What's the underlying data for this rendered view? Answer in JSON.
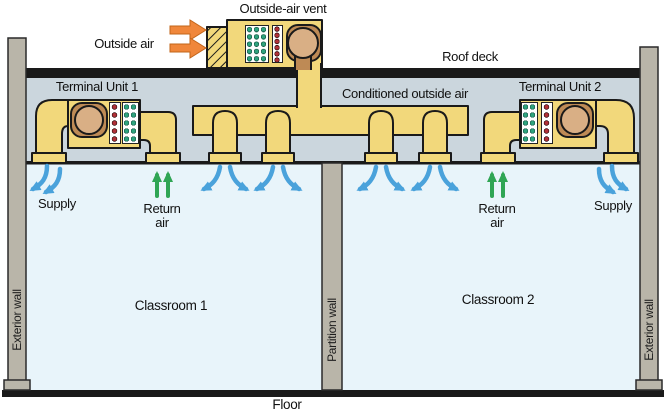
{
  "labels": {
    "outside_air_vent": "Outside-air vent",
    "outside_air": "Outside air",
    "roof_deck": "Roof deck",
    "terminal_unit_1": "Terminal Unit 1",
    "terminal_unit_2": "Terminal Unit 2",
    "conditioned_outside_air": "Conditioned outside air",
    "supply_left": "Supply",
    "supply_right": "Supply",
    "return_air_1_word1": "Return",
    "return_air_1_word2": "air",
    "return_air_2_word1": "Return",
    "return_air_2_word2": "air",
    "classroom_1": "Classroom 1",
    "classroom_2": "Classroom 2",
    "exterior_wall_left": "Exterior wall",
    "exterior_wall_right": "Exterior wall",
    "partition_wall": "Partition wall",
    "floor": "Floor"
  },
  "colors": {
    "duct_yellow": "#F2D87B",
    "fan_housing_brown": "#BE8A55",
    "fan_wheel_tan": "#D9AF85",
    "coil_green_dot": "#2FA37E",
    "coil_red_dot": "#B03038",
    "plenum_gray_blue": "#CBD6DD",
    "classroom_light_blue": "#E8F4FA",
    "wall_gray": "#B9B5A9",
    "structure_black": "#1A1A1A",
    "supply_arrow_blue": "#4AA2DB",
    "return_arrow_green": "#2FA554",
    "outside_air_arrow_orange": "#F0873B"
  }
}
